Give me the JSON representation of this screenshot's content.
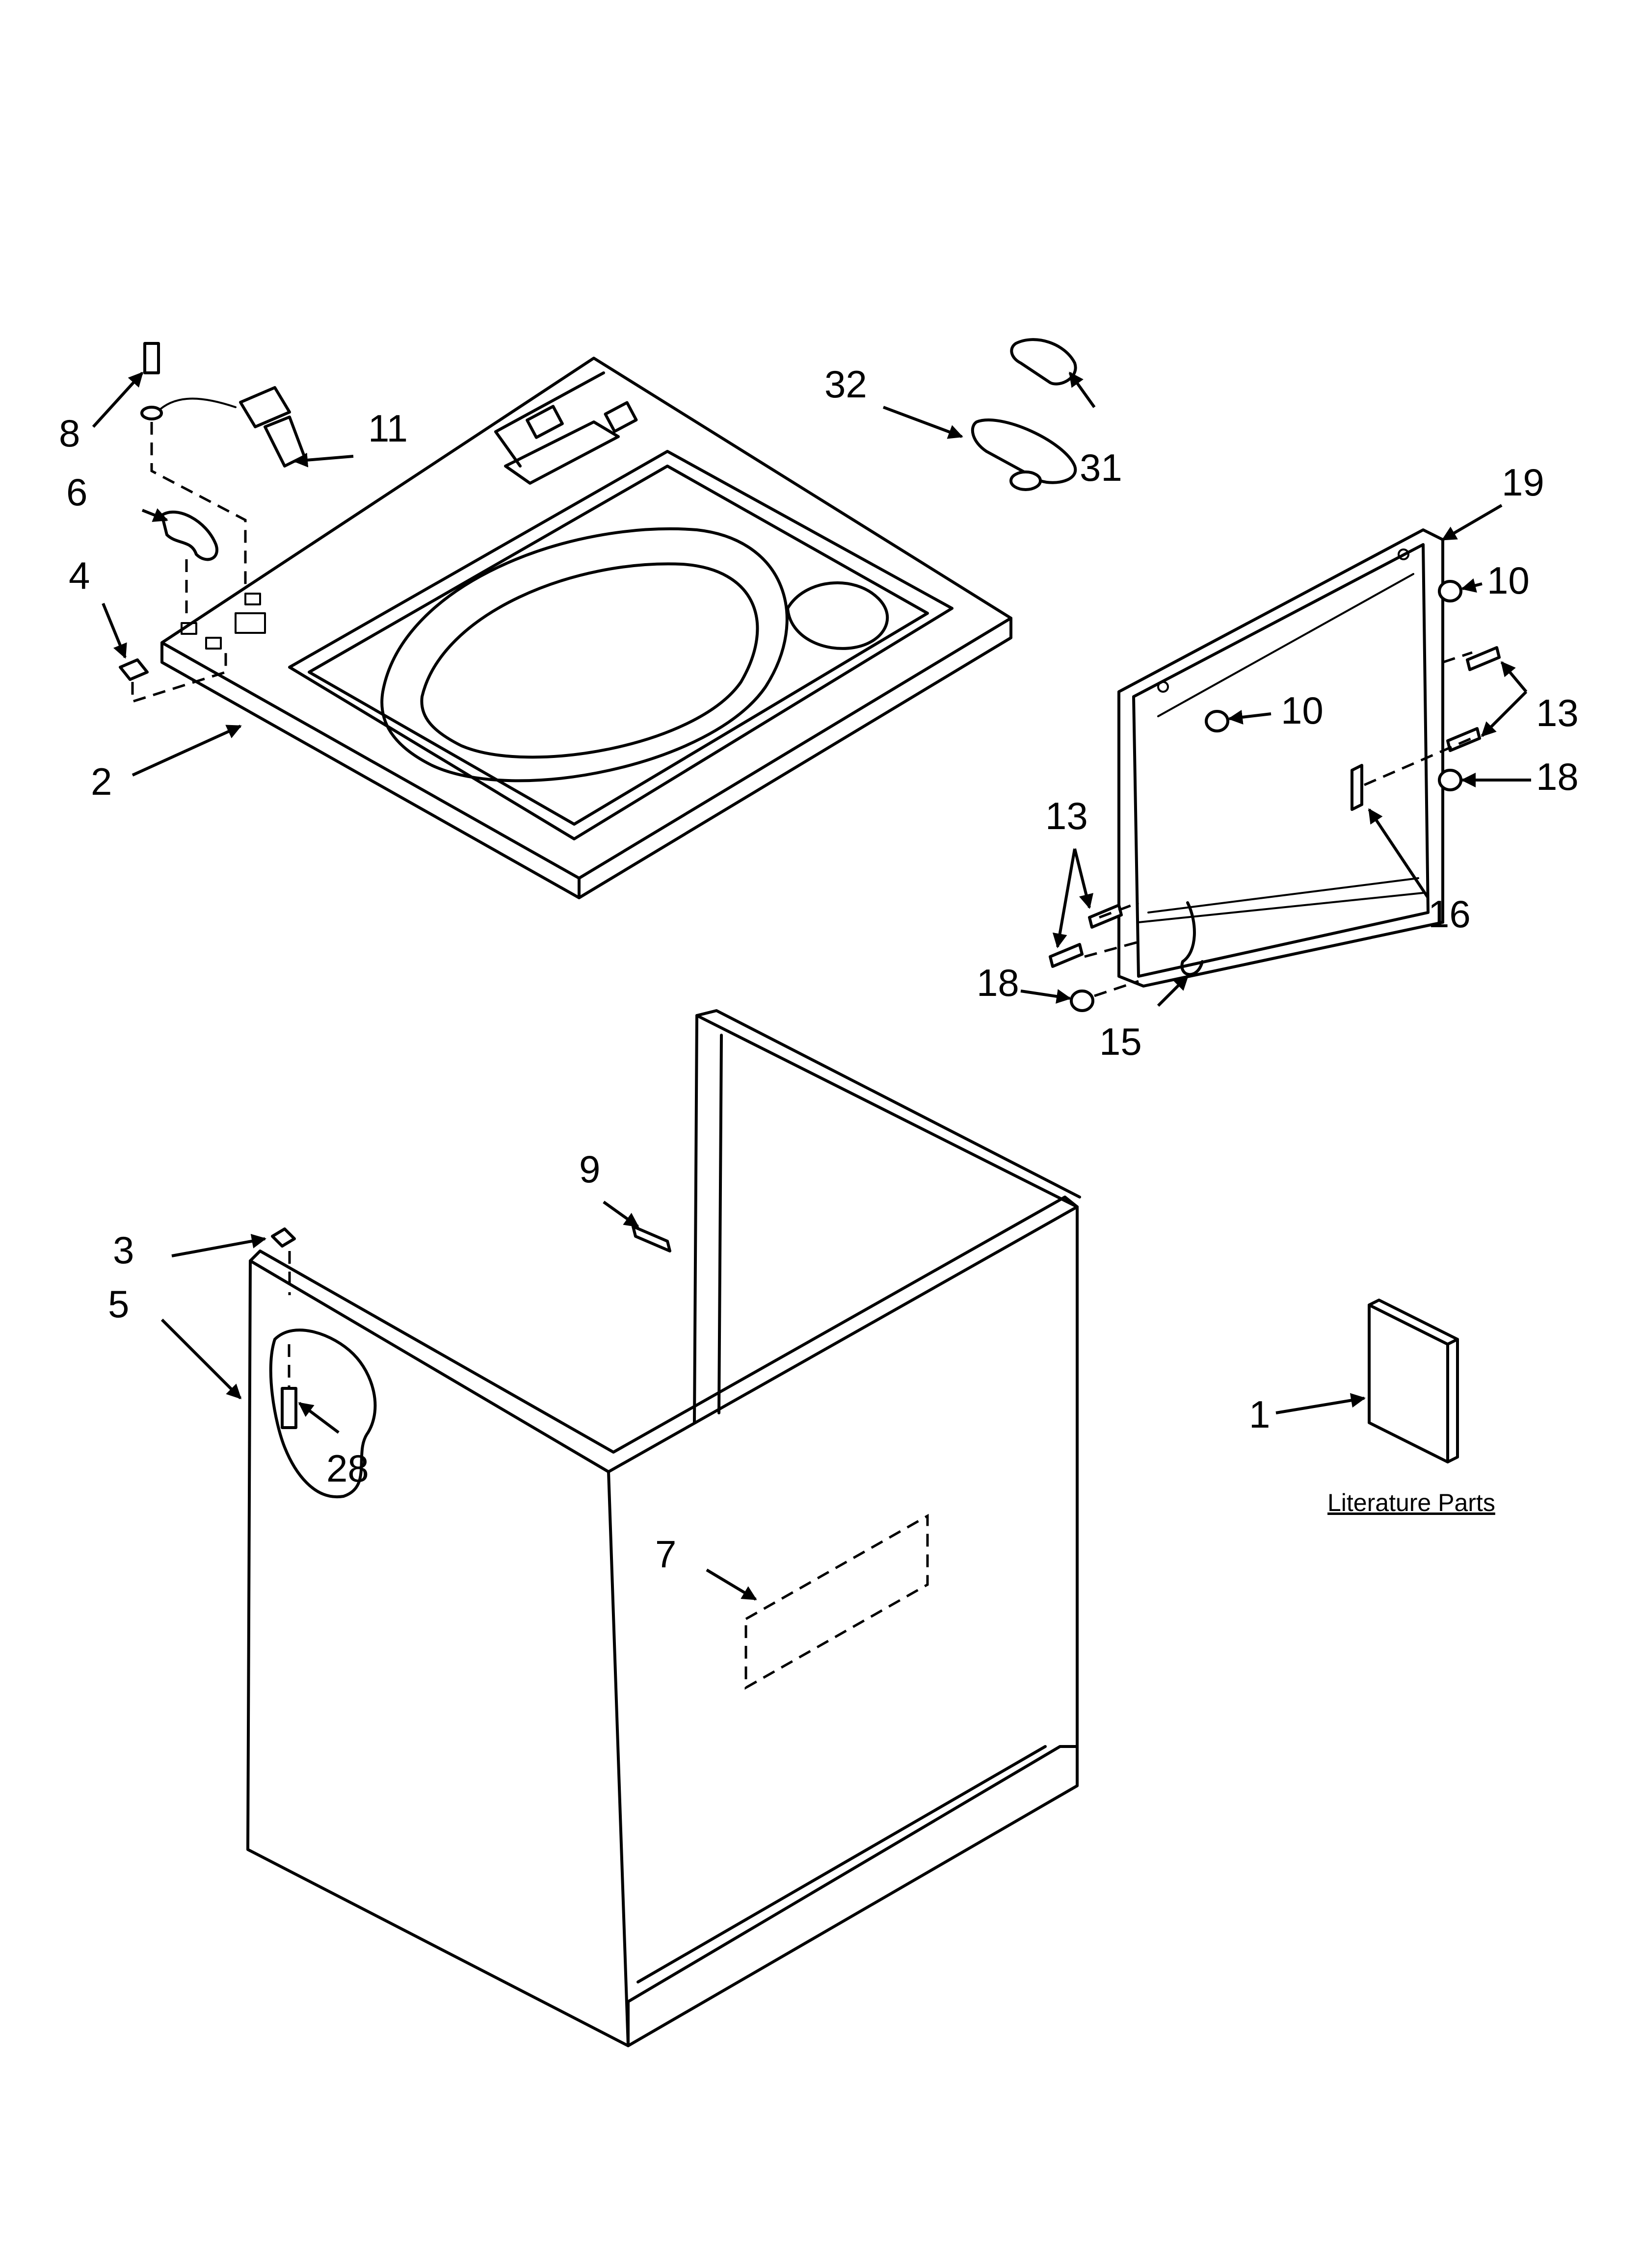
{
  "callouts": {
    "c1": "1",
    "c2": "2",
    "c3": "3",
    "c4": "4",
    "c5": "5",
    "c6": "6",
    "c7": "7",
    "c8": "8",
    "c9": "9",
    "c10a": "10",
    "c10b": "10",
    "c11": "11",
    "c13a": "13",
    "c13b": "13",
    "c15": "15",
    "c16": "16",
    "c18a": "18",
    "c18b": "18",
    "c19": "19",
    "c28": "28",
    "c31": "31",
    "c32": "32"
  },
  "literature_label": "Literature Parts"
}
